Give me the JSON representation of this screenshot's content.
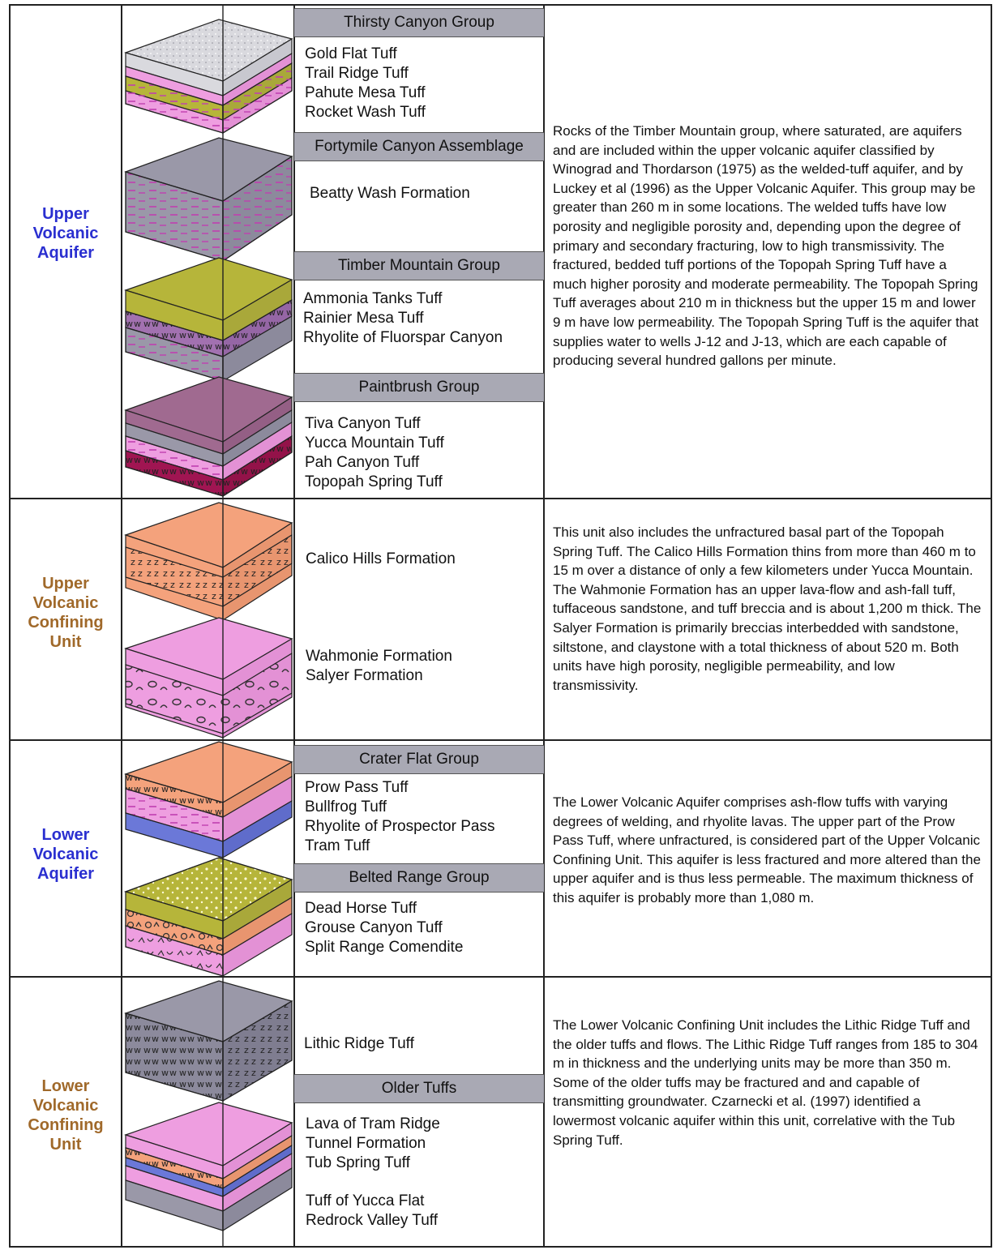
{
  "colors": {
    "upper_aquifer_label": "#2a2fd0",
    "confining_label": "#a0692a",
    "header_fill": "#a9a9b4",
    "tuff_gray": "#9a98a8",
    "pink": "#ee9ee0",
    "olive": "#b6b53a",
    "purple": "#a271b0",
    "mauve": "#a06a90",
    "crimson": "#a01552",
    "salmon": "#f4a27c",
    "blue": "#6b78d8",
    "light_stipple": "#d8d8dc"
  },
  "units": [
    {
      "label": "Upper Volcanic Aquifer",
      "label_lines": [
        "Upper",
        "Volcanic",
        "Aquifer"
      ],
      "groups": [
        {
          "header": "Thirsty Canyon Group",
          "formations": [
            "Gold Flat Tuff",
            "Trail Ridge Tuff",
            "Pahute Mesa Tuff",
            "Rocket Wash Tuff"
          ]
        },
        {
          "header": "Fortymile Canyon Assemblage",
          "formations": [
            "Beatty Wash Formation"
          ]
        },
        {
          "header": "Timber Mountain Group",
          "formations": [
            "Ammonia Tanks Tuff",
            "Rainier Mesa Tuff",
            "Rhyolite of Fluorspar Canyon"
          ]
        },
        {
          "header": "Paintbrush Group",
          "formations": [
            "Tiva Canyon Tuff",
            "Yucca Mountain Tuff",
            "Pah Canyon Tuff",
            "Topopah Spring Tuff"
          ]
        }
      ],
      "description": "Rocks of the Timber Mountain group, where saturated, are aquifers and are included within the upper volcanic aquifer classified by Winograd and Thordarson (1975) as the welded-tuff aquifer, and by Luckey et al (1996) as the Upper Volcanic Aquifer.  This group may be greater than 260 m in some locations.  The welded tuffs have low porosity and negligible porosity and,  depending upon the degree of primary and secondary fracturing, low to high transmissivity.  The fractured, bedded tuff portions of the Topopah Spring Tuff have a much higher porosity and moderate permeability.  The Topopah Spring Tuff averages about 210 m in thickness but the upper 15 m and lower 9 m have low permeability.  The Topopah Spring Tuff is the aquifer that supplies water to wells J-12 and J-13, which are each capable of producing several hundred gallons per minute."
    },
    {
      "label": "Upper Volcanic Confining Unit",
      "label_lines": [
        "Upper",
        "Volcanic",
        "Confining",
        "Unit"
      ],
      "groups": [
        {
          "header": "",
          "formations": [
            "Calico Hills Formation"
          ]
        },
        {
          "header": "",
          "formations": [
            "Wahmonie Formation",
            "Salyer Formation"
          ]
        }
      ],
      "description": "This unit also includes the unfractured basal part of the Topopah Spring Tuff. The Calico Hills Formation thins from more than 460 m to 15 m over a distance of only a few kilometers under Yucca Mountain.  The Wahmonie Formation has an upper lava-flow and ash-fall tuff, tuffaceous sandstone, and tuff breccia and is about 1,200 m thick.  The Salyer Formation is primarily breccias interbedded with sandstone, siltstone, and claystone with a total thickness of about 520 m.  Both units have high porosity, negligible permeability, and low transmissivity."
    },
    {
      "label": "Lower Volcanic Aquifer",
      "label_lines": [
        "Lower",
        "Volcanic",
        "Aquifer"
      ],
      "groups": [
        {
          "header": "Crater Flat Group",
          "formations": [
            "Prow Pass Tuff",
            "Bullfrog Tuff",
            "Rhyolite of Prospector Pass",
            "Tram Tuff"
          ]
        },
        {
          "header": "Belted Range Group",
          "formations": [
            "Dead Horse Tuff",
            "Grouse Canyon Tuff",
            "Split Range Comendite"
          ]
        }
      ],
      "description": "The Lower Volcanic Aquifer comprises ash-flow tuffs with varying degrees of welding, and rhyolite lavas.  The upper part of the Prow Pass Tuff, where unfractured, is considered part of the Upper Volcanic Confining Unit.  This aquifer is less fractured and more altered than the upper aquifer and is thus less permeable.  The maximum thickness of this aquifer is probably more than 1,080 m."
    },
    {
      "label": "Lower Volcanic Confining Unit",
      "label_lines": [
        "Lower",
        "Volcanic",
        "Confining",
        "Unit"
      ],
      "groups": [
        {
          "header": "",
          "formations": [
            "Lithic Ridge Tuff"
          ]
        },
        {
          "header": "Older Tuffs",
          "formations": [
            "Lava of Tram Ridge",
            "Tunnel Formation",
            "Tub Spring Tuff"
          ]
        },
        {
          "header": "",
          "formations": [
            "Tuff of Yucca Flat",
            "Redrock Valley Tuff"
          ]
        }
      ],
      "description": "The Lower Volcanic Confining Unit includes the Lithic Ridge Tuff and the older tuffs and flows.  The Lithic Ridge Tuff ranges from 185 to 304 m in thickness and the underlying units may be more than 350 m.  Some of the older tuffs may be fractured and and capable of transmitting groundwater.  Czarnecki et al. (1997) identified a lowermost volcanic aquifer within this unit, correlative with the Tub Spring Tuff."
    }
  ]
}
